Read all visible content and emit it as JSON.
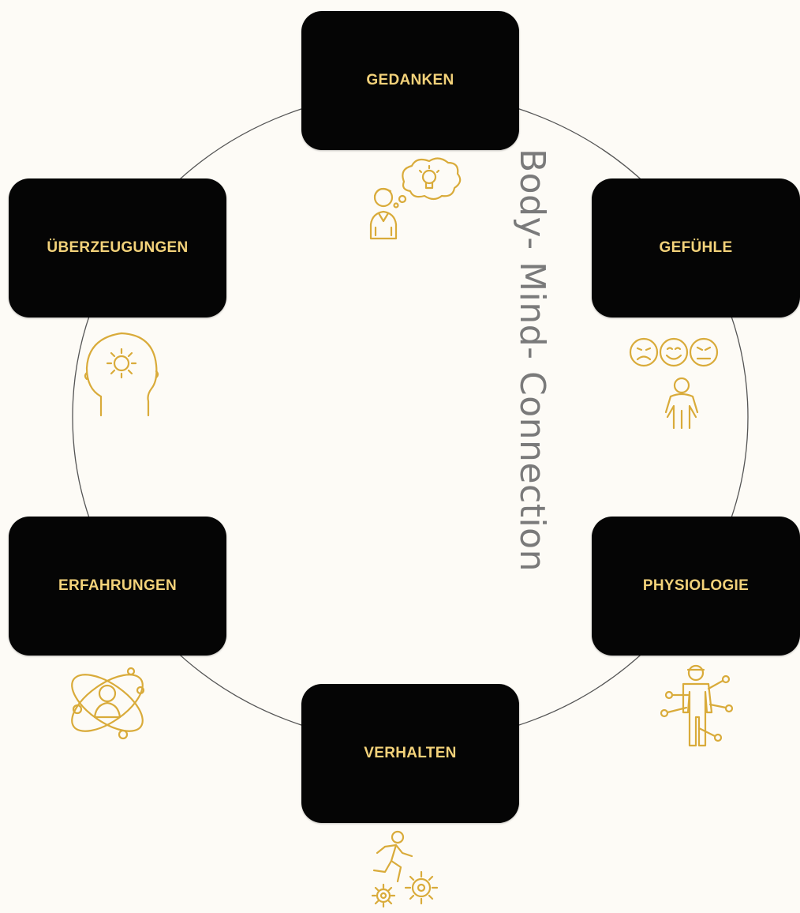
{
  "diagram": {
    "title": "Body- Mind- Connection",
    "nodes": {
      "gedanken": {
        "label": "GEDANKEN",
        "icon": "thinking-person-icon"
      },
      "gefuehle": {
        "label": "GEFÜHLE",
        "icon": "emotions-person-icon"
      },
      "physiologie": {
        "label": "PHYSIOLOGIE",
        "icon": "body-points-icon"
      },
      "verhalten": {
        "label": "VERHALTEN",
        "icon": "running-gears-icon"
      },
      "erfahrungen": {
        "label": "ERFAHRUNGEN",
        "icon": "orbit-person-icon"
      },
      "ueberzeugungen": {
        "label": "ÜBERZEUGUNGEN",
        "icon": "head-sun-icon"
      }
    },
    "colors": {
      "box": "#050505",
      "label": "#f3d27a",
      "icon": "#d9ab3a",
      "ring": "#555555",
      "title": "#7a7a7a",
      "background": "#fdfbf6"
    }
  }
}
